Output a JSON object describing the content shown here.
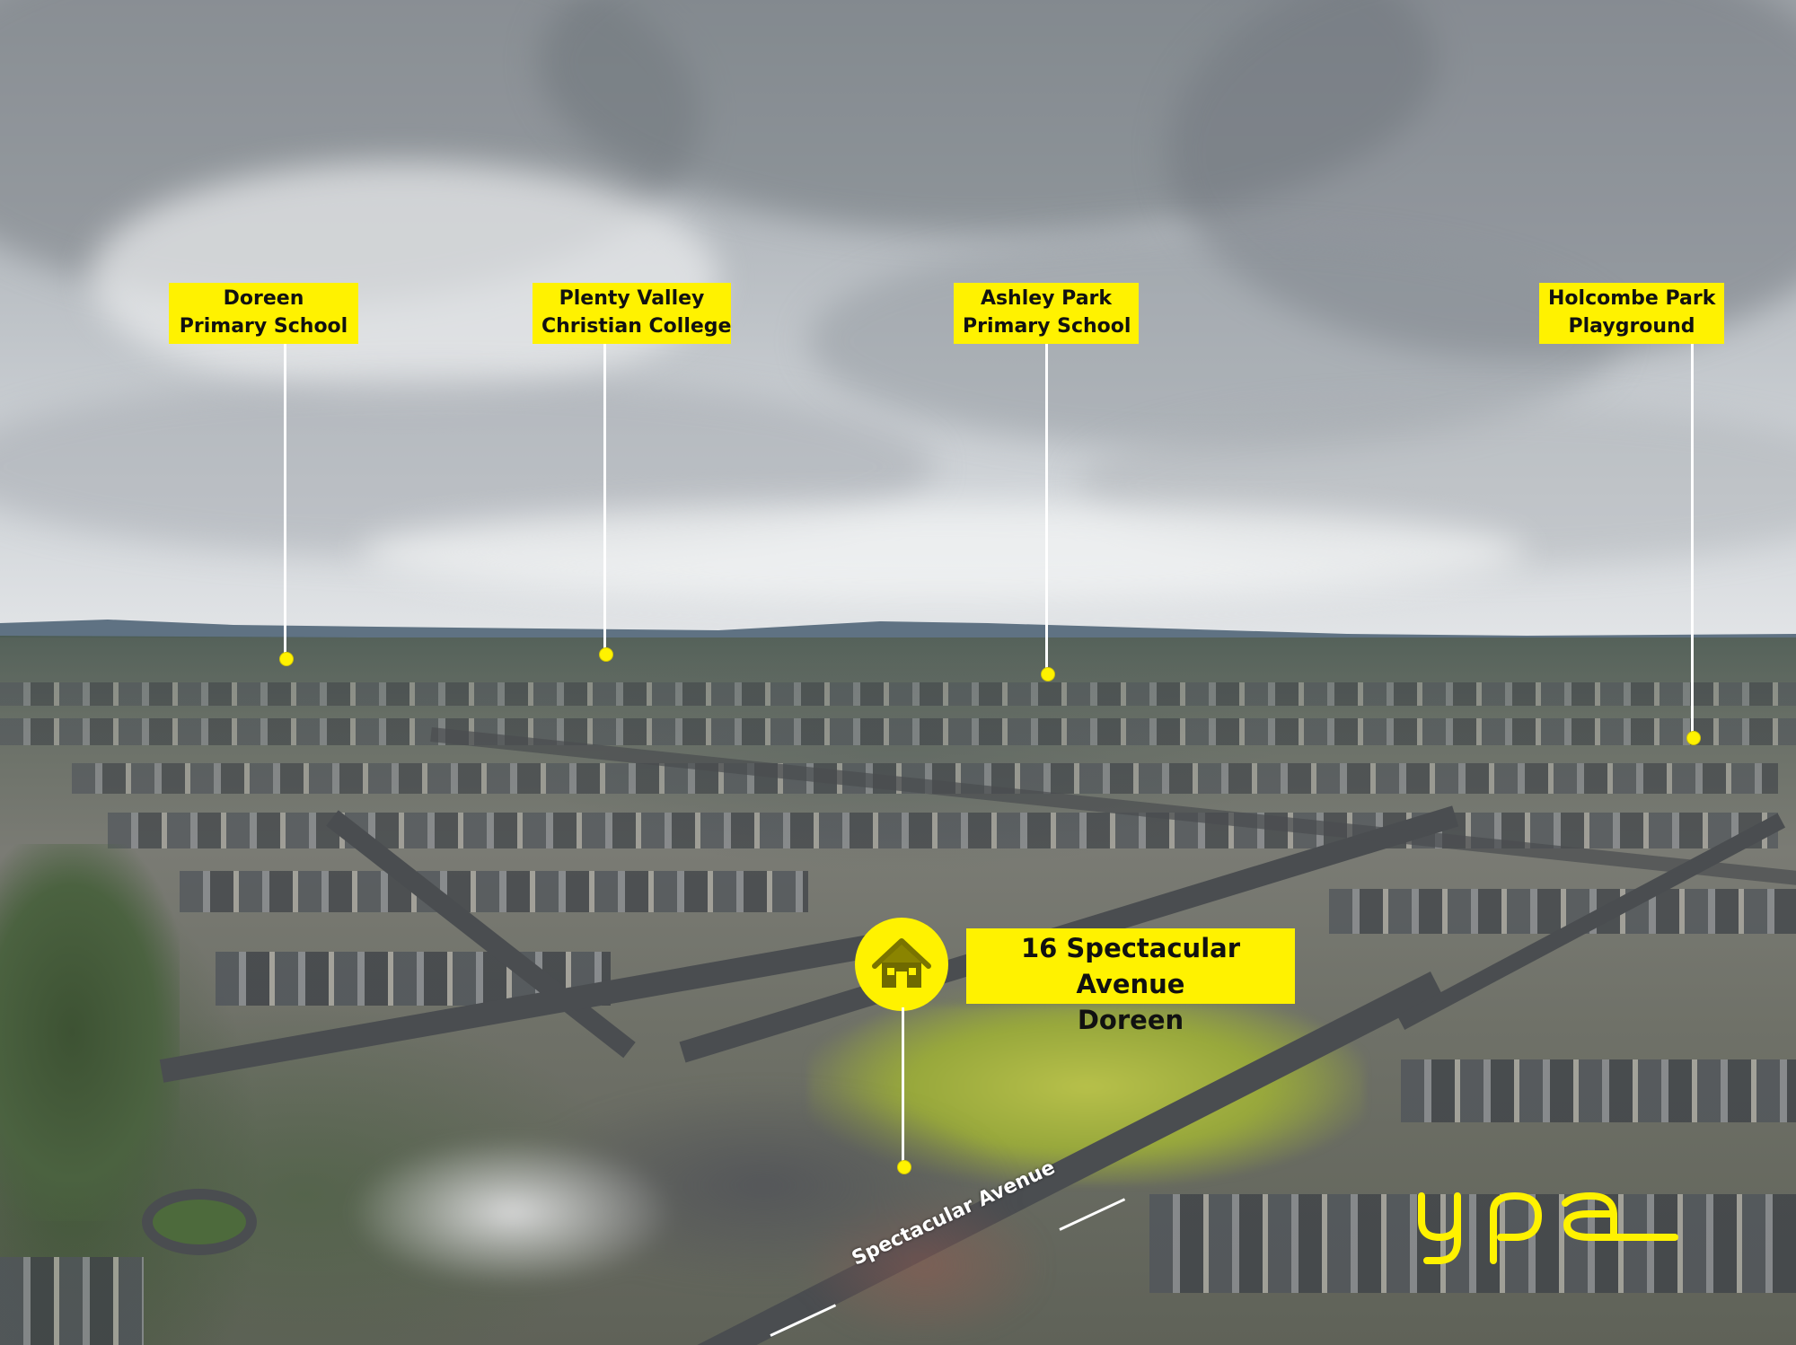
{
  "points_of_interest": [
    {
      "id": "doreen-primary",
      "line1": "Doreen",
      "line2": "Primary School"
    },
    {
      "id": "plenty-valley",
      "line1": "Plenty Valley",
      "line2": "Christian College"
    },
    {
      "id": "ashley-park",
      "line1": "Ashley Park",
      "line2": "Primary School"
    },
    {
      "id": "holcombe-park",
      "line1": "Holcombe Park",
      "line2": "Playground"
    }
  ],
  "property": {
    "address_line1": "16 Spectacular Avenue",
    "address_line2": "Doreen",
    "icon": "house-icon"
  },
  "street": {
    "name": "Spectacular Avenue"
  },
  "brand": {
    "logo_text": "ypa",
    "color": "#fff200"
  },
  "colors": {
    "label_background": "#fff200",
    "label_text": "#111111",
    "leader_line": "#ffffff"
  }
}
